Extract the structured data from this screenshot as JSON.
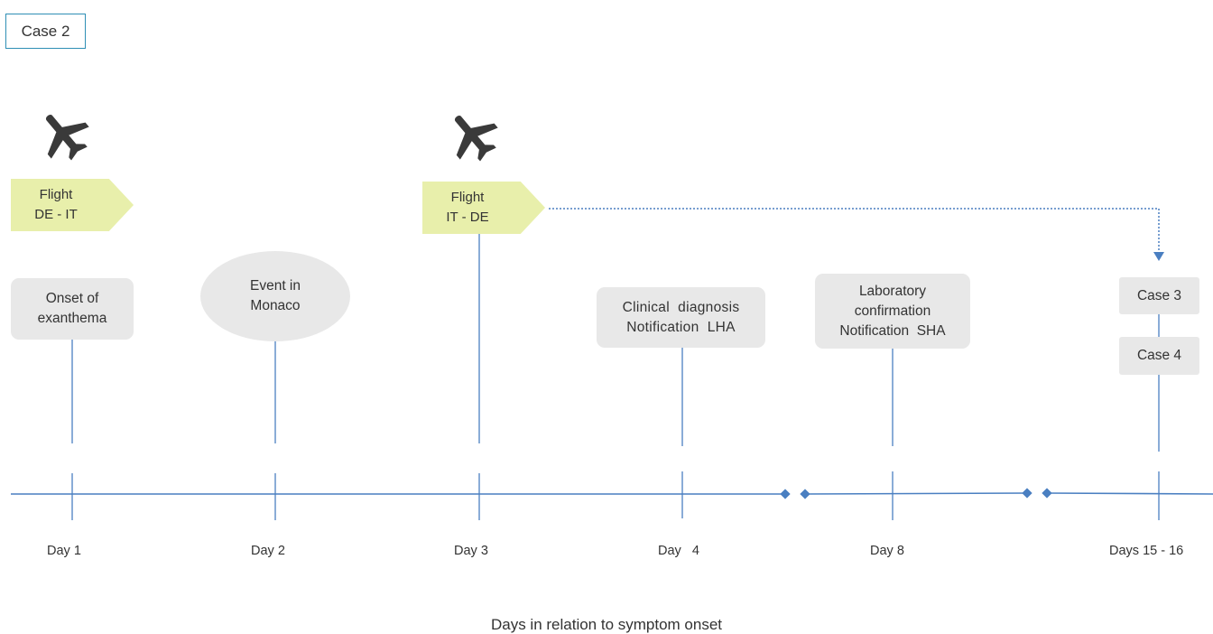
{
  "case_label": "Case 2",
  "flights": [
    {
      "line1": "Flight",
      "line2": "DE - IT"
    },
    {
      "line1": "Flight",
      "line2": "IT - DE"
    }
  ],
  "events": {
    "onset": "Onset of\nexanthema",
    "event": "Event in\nMonaco",
    "clinical": "Clinical  diagnosis\nNotification  LHA",
    "lab": "Laboratory\nconfirmation\nNotification  SHA",
    "case3": "Case 3",
    "case4": "Case 4"
  },
  "days": [
    "Day 1",
    "Day 2",
    "Day 3",
    "Day   4",
    "Day 8",
    "Days 15 - 16"
  ],
  "axis_title": "Days in relation to symptom onset",
  "colors": {
    "line": "#4a7fc1",
    "flight_fill": "#e8efab",
    "box_fill": "#e8e8e8",
    "case_border": "#2f8fb5",
    "plane": "#3a3a3a"
  },
  "icons": [
    "airplane-icon",
    "airplane-icon"
  ]
}
